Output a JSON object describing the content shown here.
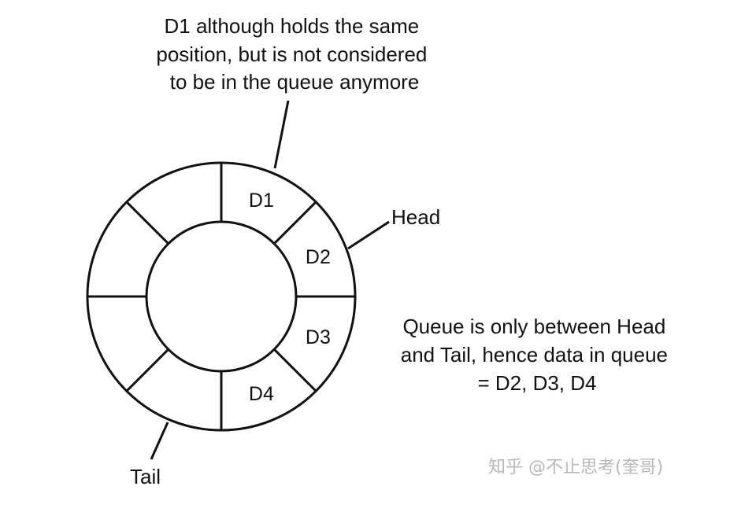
{
  "annotations": {
    "top_note": [
      "D1 although holds the same",
      "position, but is not considered",
      "to be in the queue anymore"
    ],
    "head_label": "Head",
    "tail_label": "Tail",
    "right_note": [
      "Queue is only between Head",
      "and Tail, hence data in queue",
      "= D2, D3, D4"
    ]
  },
  "ring": {
    "slot_count": 8,
    "slots": [
      {
        "label": "D1"
      },
      {
        "label": "D2"
      },
      {
        "label": "D3"
      },
      {
        "label": "D4"
      },
      {
        "label": ""
      },
      {
        "label": ""
      },
      {
        "label": ""
      },
      {
        "label": ""
      }
    ]
  },
  "watermark": "知乎 @不止思考(奎哥)",
  "colors": {
    "line": "#111111",
    "text": "#111111",
    "watermark": "#b8b8b8"
  }
}
